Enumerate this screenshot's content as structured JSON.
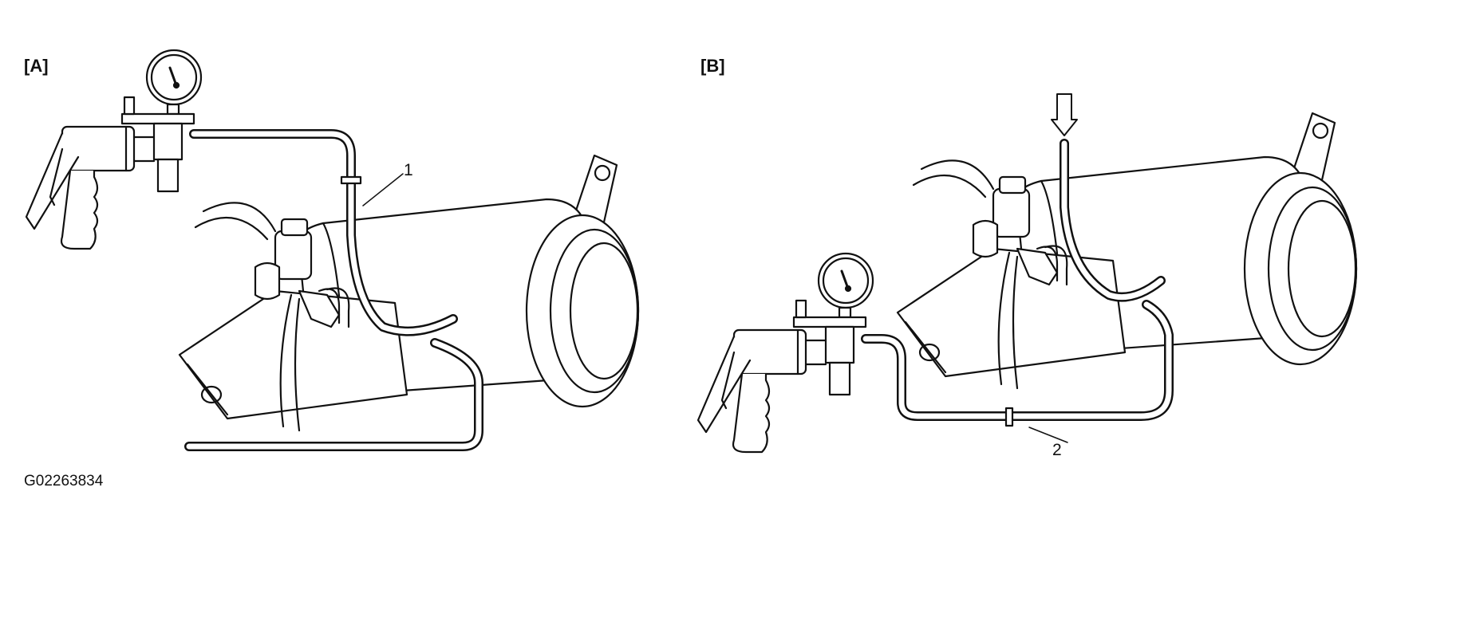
{
  "panels": [
    {
      "label": "[A]",
      "callout": "1"
    },
    {
      "label": "[B]",
      "callout": "2"
    }
  ],
  "figure_id": "G02263834"
}
